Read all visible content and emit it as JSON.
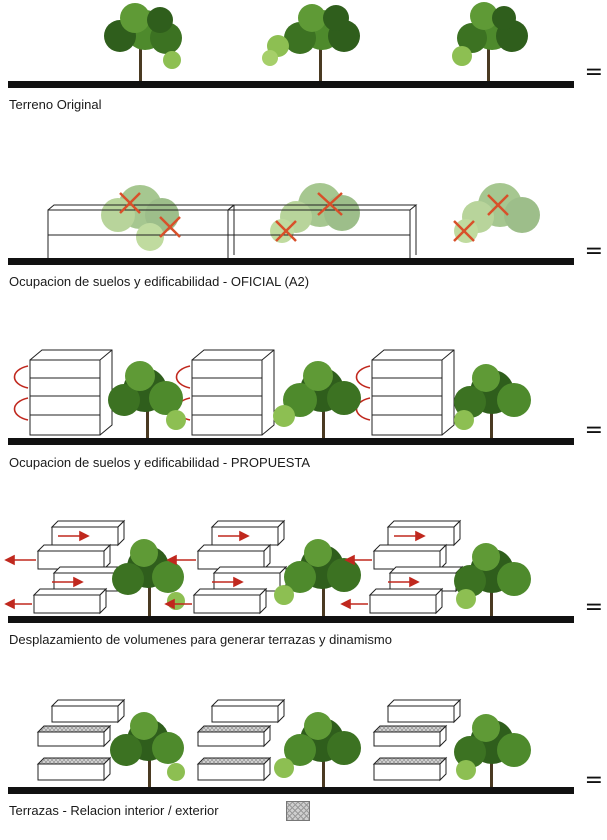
{
  "panels": [
    {
      "caption": "Terreno Original",
      "symbol": "="
    },
    {
      "caption": "Ocupacion de suelos y edificabilidad - OFICIAL (A2)",
      "symbol": "="
    },
    {
      "caption": "Ocupacion de suelos y edificabilidad - PROPUESTA",
      "symbol": "="
    },
    {
      "caption": "Desplazamiento de volumenes para generar terrazas y dinamismo",
      "symbol": "="
    },
    {
      "caption": "Terrazas - Relacion interior / exterior",
      "symbol": "="
    }
  ],
  "legend": {
    "swatch": "terrace-hatch-swatch"
  },
  "colors": {
    "ground": "#111111",
    "tree_dark": "#2f5e1c",
    "tree_mid": "#4e8a2c",
    "tree_light": "#8dbf52",
    "cross": "#d8502a",
    "arrow": "#c0281e"
  }
}
